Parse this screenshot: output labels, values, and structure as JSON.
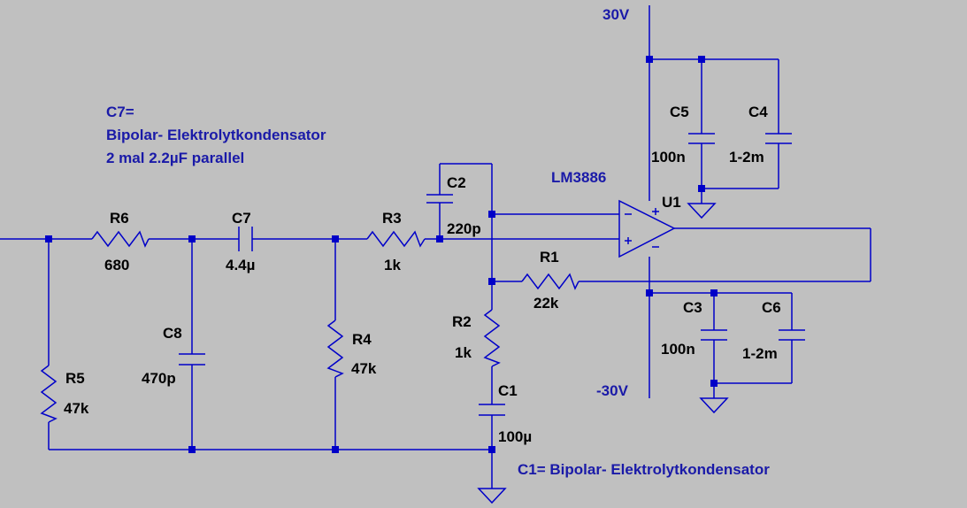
{
  "colors": {
    "background": "#c0c0c0",
    "wire": "#0000c8",
    "label": "#000000",
    "annotation": "#1a1aa8"
  },
  "rails": {
    "positive": "30V",
    "negative": "-30V"
  },
  "opamp": {
    "ref": "U1",
    "model": "LM3886",
    "minus_sign": "-",
    "plus_sign": "+"
  },
  "components": {
    "R1": {
      "ref": "R1",
      "value": "22k"
    },
    "R2": {
      "ref": "R2",
      "value": "1k"
    },
    "R3": {
      "ref": "R3",
      "value": "1k"
    },
    "R4": {
      "ref": "R4",
      "value": "47k"
    },
    "R5": {
      "ref": "R5",
      "value": "47k"
    },
    "R6": {
      "ref": "R6",
      "value": "680"
    },
    "C1": {
      "ref": "C1",
      "value": "100µ"
    },
    "C2": {
      "ref": "C2",
      "value": "220p"
    },
    "C3": {
      "ref": "C3",
      "value": "100n"
    },
    "C4": {
      "ref": "C4",
      "value": "1-2m"
    },
    "C5": {
      "ref": "C5",
      "value": "100n"
    },
    "C6": {
      "ref": "C6",
      "value": "1-2m"
    },
    "C7": {
      "ref": "C7",
      "value": "4.4µ"
    },
    "C8": {
      "ref": "C8",
      "value": "470p"
    }
  },
  "notes": {
    "c7": [
      "C7=",
      "Bipolar- Elektrolytkondensator",
      "2 mal 2.2µF parallel"
    ],
    "c1": "C1= Bipolar- Elektrolytkondensator"
  }
}
